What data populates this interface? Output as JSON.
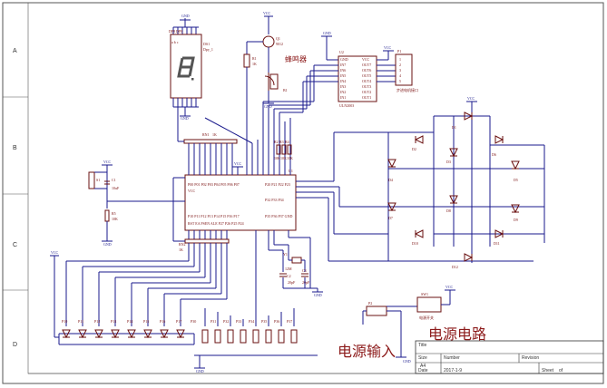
{
  "zone_letters": [
    "A",
    "B",
    "C",
    "D"
  ],
  "title_block": {
    "title_label": "Title",
    "size_label": "Size",
    "size_value": "A4",
    "number_label": "Number",
    "revision_label": "Revision",
    "date_label": "Date",
    "date_value": "2017-1-9",
    "sheet_label": "Sheet",
    "of_label": "of"
  },
  "headings": {
    "power_circuit": "电源电路",
    "power_input": "电源输入"
  },
  "components": {
    "display_ref": "DS1",
    "display_name": "Dpy_1",
    "transistor_ref": "Q1",
    "transistor_part": "9012",
    "r1_ref": "R1",
    "r1_value": "1K",
    "buzzer_label": "蜂鸣器",
    "buzzer_ref": "B1",
    "driver_ref": "U2",
    "driver_part": "ULN2003",
    "driver_left_pins": [
      "GND",
      "IN7",
      "IN6",
      "IN5",
      "IN4",
      "IN3",
      "IN2",
      "IN1"
    ],
    "driver_right_pins": [
      "VCC",
      "OUT7",
      "OUT6",
      "OUT5",
      "OUT4",
      "OUT3",
      "OUT2",
      "OUT1"
    ],
    "header_p1": "P1",
    "header_p1_caption": "步进电机接口",
    "header_p1_pins": [
      "1",
      "2",
      "3",
      "4",
      "5"
    ],
    "rn1_label": "RN1",
    "rn1_value": "1K",
    "rn2_label": "RN2",
    "rn2_value": "1K",
    "mcu_ref": "U1",
    "r2_label": "R2",
    "r3_label": "R3",
    "r4_label": "R4",
    "r_top_value": "10K",
    "s1_ref": "S1",
    "c1_ref": "C1",
    "c1_value": "10uF",
    "r5_ref": "R5",
    "r5_value": "10K",
    "crystal_ref": "Y1",
    "crystal_value": "12M",
    "c2_ref": "C2",
    "c2_value": "20pF",
    "c3_ref": "C3",
    "c3_value": "20pF",
    "p2_ref": "P2",
    "sw1_ref": "SW1",
    "sw1_caption": "电源开关",
    "leds": [
      "D1",
      "D2",
      "D3",
      "D4",
      "D5",
      "D6",
      "D7",
      "D8",
      "D9",
      "D10",
      "D11",
      "D12"
    ],
    "port_leds": [
      "P10",
      "P11",
      "P12",
      "P13",
      "P14",
      "P15",
      "P16",
      "P17"
    ],
    "port_keys": [
      "P30",
      "P31",
      "P32",
      "P33",
      "P34",
      "P35",
      "P36",
      "P37"
    ],
    "vcc": "VCC",
    "gnd": "GND"
  }
}
